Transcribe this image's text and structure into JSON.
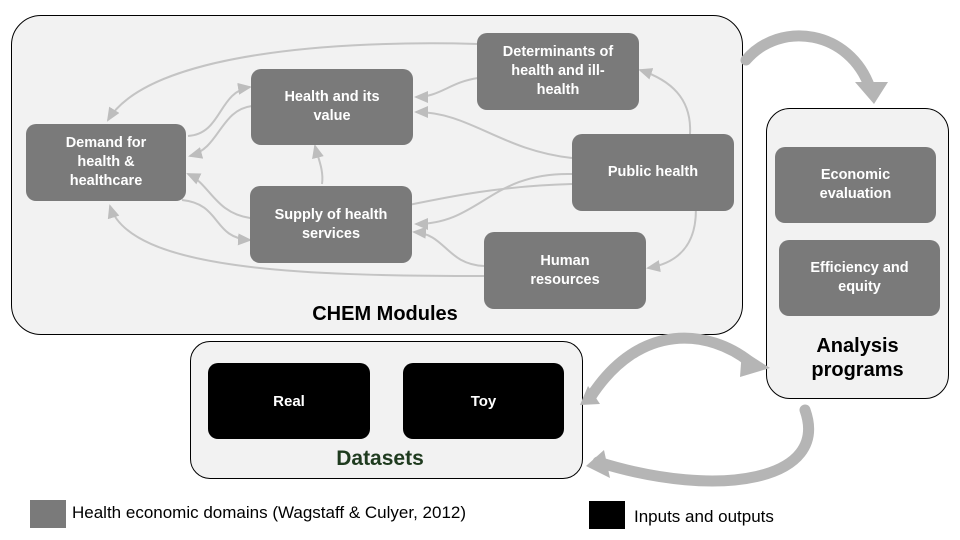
{
  "modules_panel": {
    "title": "CHEM Modules",
    "nodes": {
      "demand": "Demand for health & healthcare",
      "health_value": "Health and its value",
      "determinants": "Determinants of health and ill-health",
      "public_health": "Public health",
      "supply": "Supply of health services",
      "human_resources": "Human resources"
    }
  },
  "analysis_panel": {
    "title": "Analysis programs",
    "nodes": {
      "economic_evaluation": "Economic evaluation",
      "efficiency_equity": "Efficiency and equity"
    }
  },
  "datasets_panel": {
    "title": "Datasets",
    "title_color": "#1f3b1f",
    "nodes": {
      "real": "Real",
      "toy": "Toy"
    }
  },
  "legend": {
    "domains": {
      "label": "Health economic domains (Wagstaff & Culyer, 2012)",
      "color": "#7a7a7a"
    },
    "io": {
      "label": "Inputs and outputs",
      "color": "#000000"
    }
  }
}
